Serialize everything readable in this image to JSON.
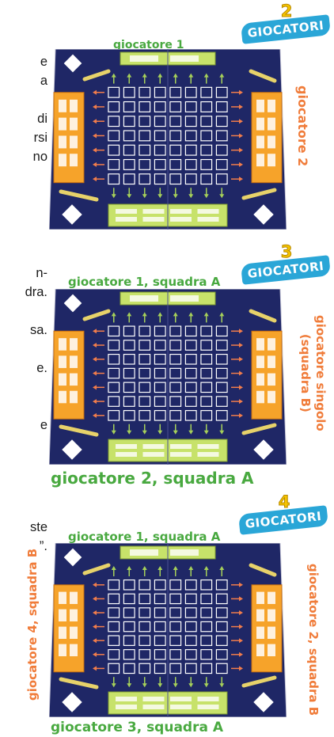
{
  "text_fragments": [
    {
      "lines": [
        "e",
        "a",
        "",
        "di",
        "rsi",
        "no"
      ]
    },
    {
      "lines": [
        "n-",
        "dra.",
        "",
        "sa.",
        "",
        "e.",
        "",
        "",
        "e"
      ]
    },
    {
      "lines": [
        "ste",
        "”."
      ]
    }
  ],
  "sections": [
    {
      "badge": {
        "number": "2",
        "label": "GIOCATORI"
      },
      "labels": {
        "top": "giocatore 1",
        "right": "giocatore 2"
      }
    },
    {
      "badge": {
        "number": "3",
        "label": "GIOCATORI"
      },
      "labels": {
        "top": "giocatore 1, squadra A",
        "right": "giocatore singolo\n(squadra B)",
        "bottom": "giocatore 2, squadra A"
      }
    },
    {
      "badge": {
        "number": "4",
        "label": "GIOCATORI"
      },
      "labels": {
        "top": "giocatore 1, squadra A",
        "right": "giocatore 2, squadra B",
        "bottom": "giocatore 3, squadra A",
        "left": "giocatore 4, squadra B"
      }
    }
  ],
  "colors": {
    "board_navy": "#1f2766",
    "tray_green": "#c7e26a",
    "rack_orange": "#f6a32a",
    "arrow_green": "#a6d05a",
    "arrow_orange": "#f27d4b",
    "label_green": "#49a940",
    "label_orange": "#f07c3a",
    "badge_blue": "#2aa6d7"
  }
}
